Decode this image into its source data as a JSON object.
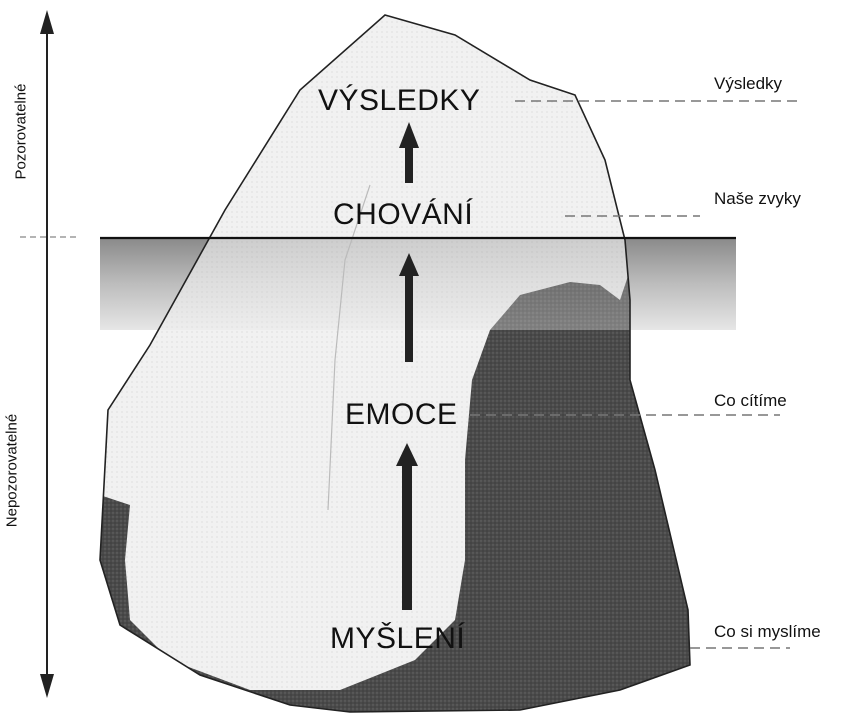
{
  "axis": {
    "observable": "Pozorovatelné",
    "unobservable": "Nepozorovatelné"
  },
  "levels": [
    {
      "key": "results",
      "label": "VÝSLEDKY",
      "annotation": "Výsledky"
    },
    {
      "key": "behavior",
      "label": "CHOVÁNÍ",
      "annotation": "Naše zvyky"
    },
    {
      "key": "emotions",
      "label": "EMOCE",
      "annotation": "Co cítíme"
    },
    {
      "key": "thoughts",
      "label": "MYŠLENÍ",
      "annotation": "Co si myslíme"
    }
  ],
  "colors": {
    "ink": "#111111",
    "water": "#bdbdbd",
    "iceberg_fill": "#f3f3f3",
    "dark_mass": "#4a4a4a",
    "arrow": "#222222"
  },
  "icons": [
    "arrow-up-icon",
    "double-headed-vertical-arrow"
  ]
}
